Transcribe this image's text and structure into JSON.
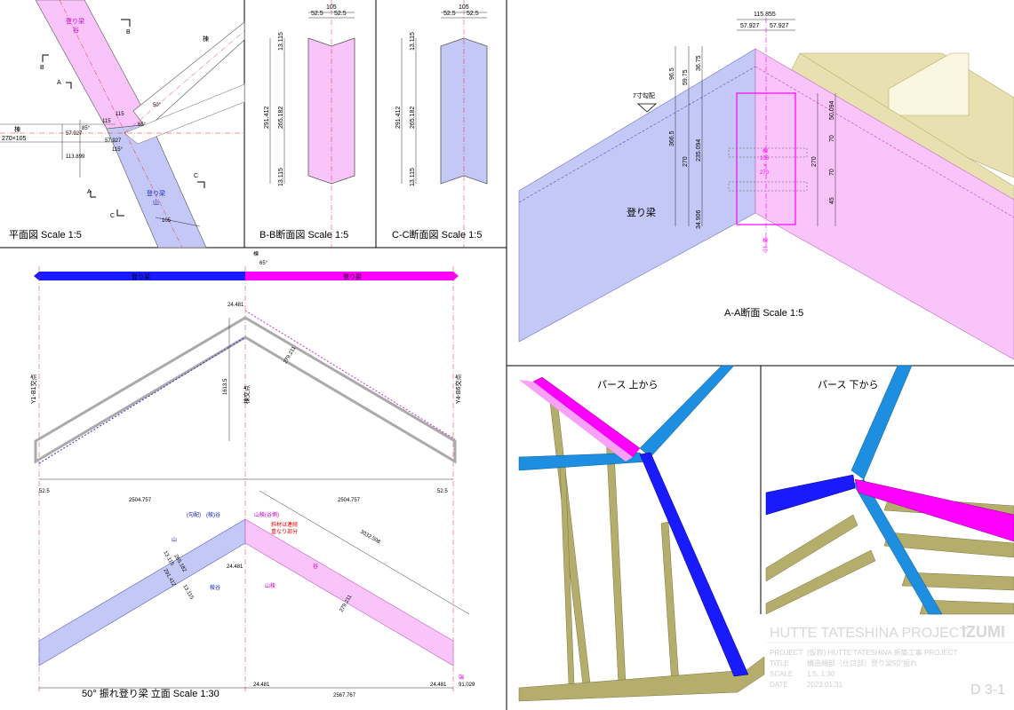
{
  "panels": {
    "plan": {
      "caption": "平面図 Scale 1:5",
      "labels": {
        "beam_top": "登り梁",
        "beam_top2": "谷",
        "beam_bot": "登り梁",
        "beam_bot2": "山",
        "ridge": "棟",
        "purlin": "棟",
        "purlin_size": "270×105",
        "sec_b": "B",
        "sec_a": "A",
        "sec_c": "C"
      },
      "dims": [
        "105",
        "57.927",
        "115",
        "85°",
        "65°",
        "50°",
        "115°",
        "57.927",
        "113.899",
        "115"
      ]
    },
    "section_bb": {
      "caption": "B-B断面図 Scale 1:5",
      "dims_top": [
        "105",
        "52.5",
        "52.5"
      ],
      "dims_side": [
        "13.115",
        "291.412",
        "265.182",
        "13.115"
      ]
    },
    "section_cc": {
      "caption": "C-C断面図 Scale 1:5",
      "dims_top": [
        "105",
        "52.5",
        "52.5"
      ],
      "dims_side": [
        "13.115",
        "291.412",
        "265.182",
        "13.115"
      ]
    },
    "section_aa": {
      "caption": "A-A断面 Scale 1:5",
      "beam_label": "登り梁",
      "pitch_label": "7寸勾配",
      "ridge_label": "棟",
      "ridge_size": "105",
      "ridge_size2": "×",
      "ridge_size3": "270",
      "center_label": "棟",
      "center_label2": "芯",
      "dims_top": [
        "115.855",
        "57.927",
        "57.927"
      ],
      "dims_left": [
        "36.75",
        "96.5",
        "59.75",
        "366.5",
        "270",
        "235.094",
        "34.906"
      ],
      "dims_right": [
        "50.094",
        "70",
        "270",
        "70",
        "45"
      ]
    },
    "elevation": {
      "caption": "50° 振れ登り梁 立面 Scale 1:30",
      "bar_left": "登り梁",
      "bar_right": "登り梁",
      "label_y1": "Y1-B1交点",
      "label_ridge": "棟交点",
      "label_y4": "Y4-B6交点",
      "label_ridge_top": "棟",
      "angle": "65°",
      "dims": [
        "24.481",
        "1613.5",
        "279.211",
        "52.5",
        "2504.757",
        "2504.757",
        "52.5",
        "24.481",
        "3032.508",
        "24.481",
        "24.481",
        "2567.767",
        "91.029"
      ],
      "notes": {
        "left_top": "(稜)谷",
        "left_prefix": "(勾配)",
        "right_top": "山稜(谷側)",
        "red_note1": "斜材は連続",
        "red_note2": "重なり部分",
        "mountain": "山",
        "valley": "谷",
        "ridge_valley": "谷",
        "valley_side": "稜谷",
        "mountain_side": "山稜",
        "end": "端"
      },
      "section_dims": [
        "13.115",
        "265.182",
        "291.412",
        "13.115",
        "279.211"
      ]
    },
    "persp_top": {
      "caption": "パース 上から"
    },
    "persp_bottom": {
      "caption": "パース 下から"
    }
  },
  "title_block": {
    "project_big": "HUTTE TATESHINA PROJECT",
    "logo": "IZUMI",
    "rows": [
      {
        "key": "PROJECT",
        "value": "(仮称) HUTTE TATESHINA 新築工事 PROJECT"
      },
      {
        "key": "TITLE",
        "value": "構造細部（仕口部）登り梁50°振れ"
      },
      {
        "key": "SCALE",
        "value": "1:5, 1:30"
      },
      {
        "key": "DATE",
        "value": "2023.01.31"
      }
    ],
    "sheet": "D 3-1"
  },
  "colors": {
    "pink": "#ff00ff",
    "pink_light": "#f9c4f9",
    "blue": "#1a1aff",
    "blue_light": "#c4c8f6",
    "sky": "#1e8fe0",
    "wood": "#b5ad6c",
    "wood_light": "#e8e0b0"
  }
}
